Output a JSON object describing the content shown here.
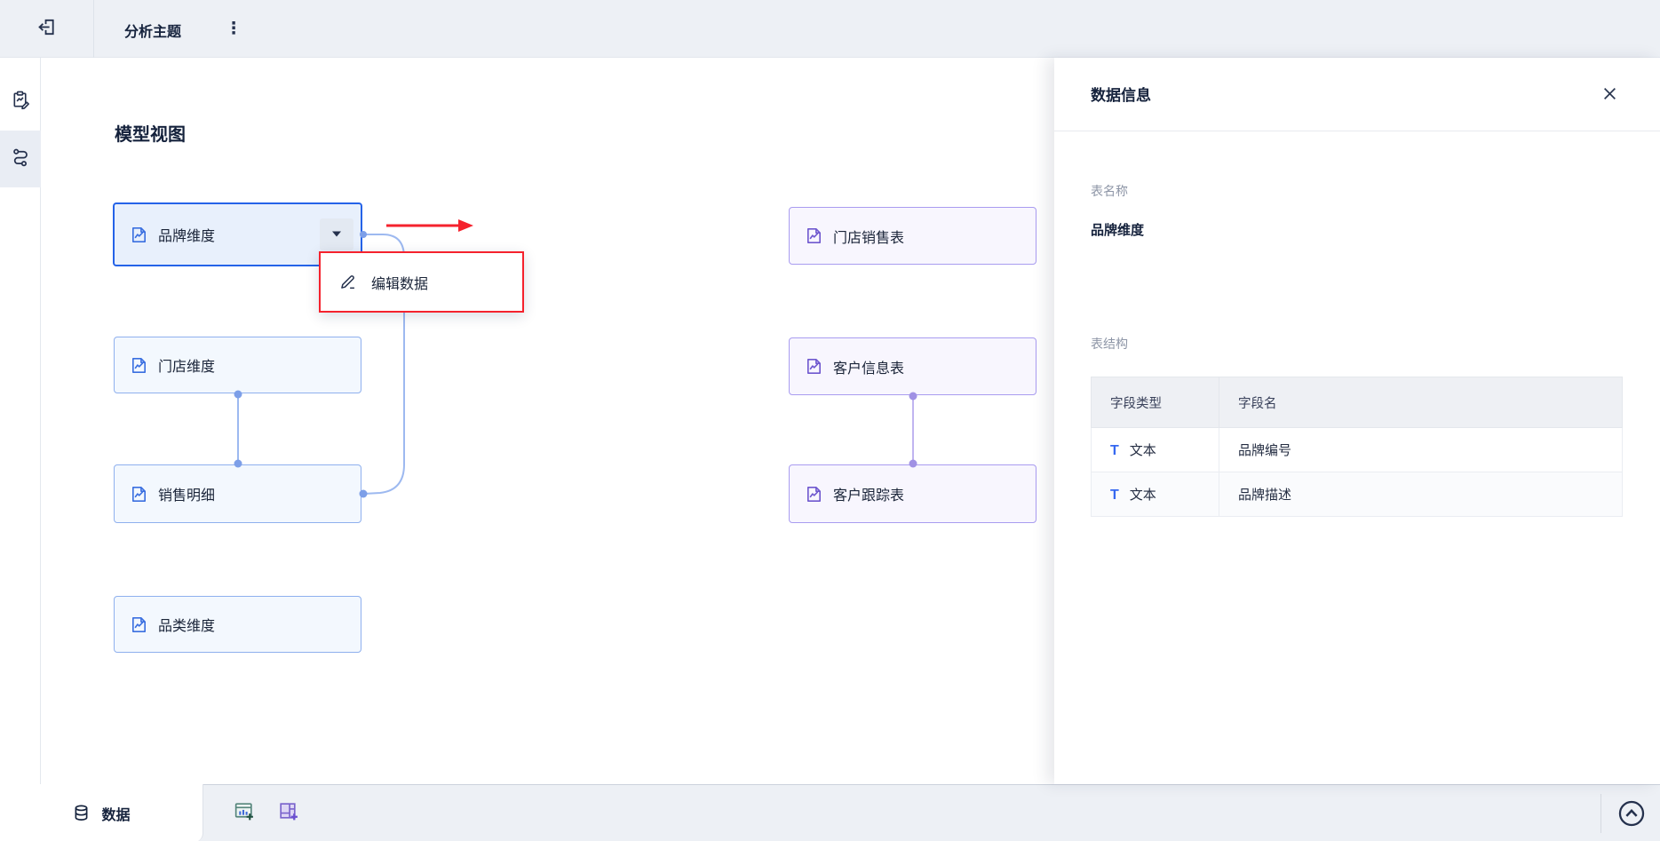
{
  "topbar": {
    "title": "分析主题"
  },
  "sidebar": {
    "items": [
      {
        "icon": "report-edit-icon"
      },
      {
        "icon": "data-flow-icon"
      }
    ]
  },
  "model": {
    "heading": "模型视图",
    "nodes": [
      {
        "label": "品牌维度",
        "state": "selected"
      },
      {
        "label": "门店维度",
        "state": "normal"
      },
      {
        "label": "销售明细",
        "state": "normal"
      },
      {
        "label": "品类维度",
        "state": "normal"
      },
      {
        "label": "门店销售表",
        "state": "normal"
      },
      {
        "label": "客户信息表",
        "state": "normal"
      },
      {
        "label": "客户跟踪表",
        "state": "normal"
      }
    ]
  },
  "context_menu": {
    "items": [
      {
        "label": "编辑数据",
        "icon": "pencil-icon"
      }
    ]
  },
  "panel": {
    "title": "数据信息",
    "table_name_label": "表名称",
    "table_name_value": "品牌维度",
    "structure_label": "表结构",
    "columns": [
      "字段类型",
      "字段名"
    ],
    "type_glyph": "T",
    "rows": [
      {
        "type": "文本",
        "name": "品牌编号"
      },
      {
        "type": "文本",
        "name": "品牌描述"
      }
    ]
  },
  "bottombar": {
    "data_tab_label": "数据"
  },
  "colors": {
    "accent_blue": "#2563e8",
    "node_blue_border": "#8fb0ee",
    "node_purple_border": "#a99cf0",
    "annotation_red": "#f5222d",
    "bar_background": "#edf0f5"
  }
}
